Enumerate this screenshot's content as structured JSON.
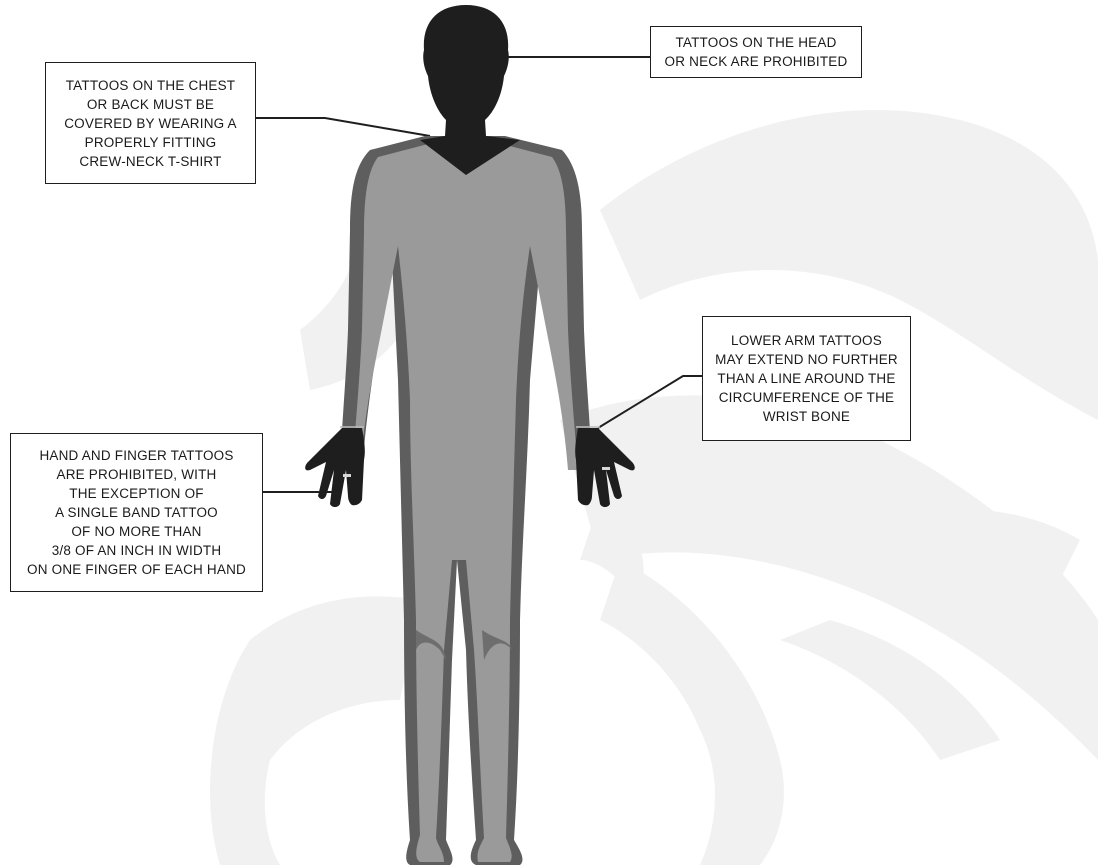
{
  "callouts": {
    "head": {
      "lines": [
        "TATTOOS ON THE HEAD",
        "OR NECK ARE PROHIBITED"
      ]
    },
    "chest": {
      "lines": [
        "TATTOOS ON THE CHEST",
        "OR BACK MUST BE",
        "COVERED BY WEARING A",
        "PROPERLY FITTING",
        "CREW-NECK T-SHIRT"
      ]
    },
    "lower_arm": {
      "lines": [
        "LOWER ARM TATTOOS",
        "MAY EXTEND NO FURTHER",
        "THAN A LINE AROUND THE",
        "CIRCUMFERENCE OF THE",
        "WRIST BONE"
      ]
    },
    "hand": {
      "lines": [
        "HAND AND FINGER TATTOOS",
        "ARE PROHIBITED, WITH",
        "THE EXCEPTION OF",
        "A SINGLE BAND TATTOO",
        "OF NO MORE THAN",
        "3/8 OF AN INCH IN WIDTH",
        "ON ONE FINGER OF EACH HAND"
      ]
    }
  },
  "colors": {
    "prohibited_zone": "#1e1e1e",
    "body_fill": "#9a9a9a",
    "body_outline": "#5e5e5e",
    "watermark": "#f1f1f1",
    "leader_line": "#1f1f1f"
  },
  "icons": {
    "figure": "human-figure-front-icon",
    "watermark": "emblem-watermark-icon"
  }
}
